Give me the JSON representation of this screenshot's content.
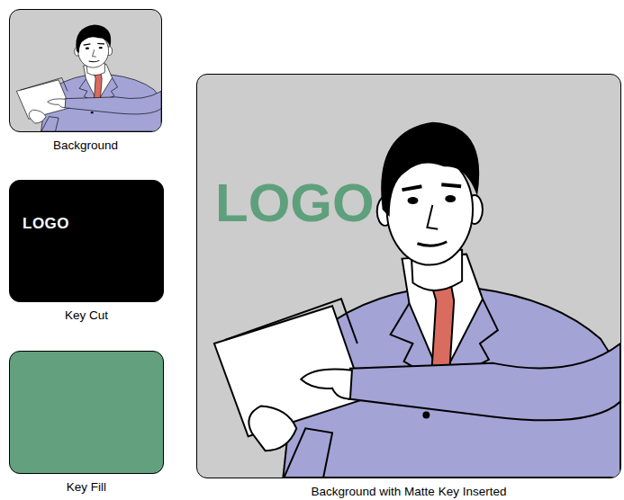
{
  "diagram": {
    "nodes": [
      {
        "text": [
          "Background"
        ]
      },
      {
        "text": [
          "LOGO",
          "Key Cut"
        ]
      },
      {
        "text": [
          "Key Fill"
        ]
      },
      {
        "text": [
          "LOGO",
          "Background with Matte Key Inserted"
        ]
      }
    ]
  }
}
